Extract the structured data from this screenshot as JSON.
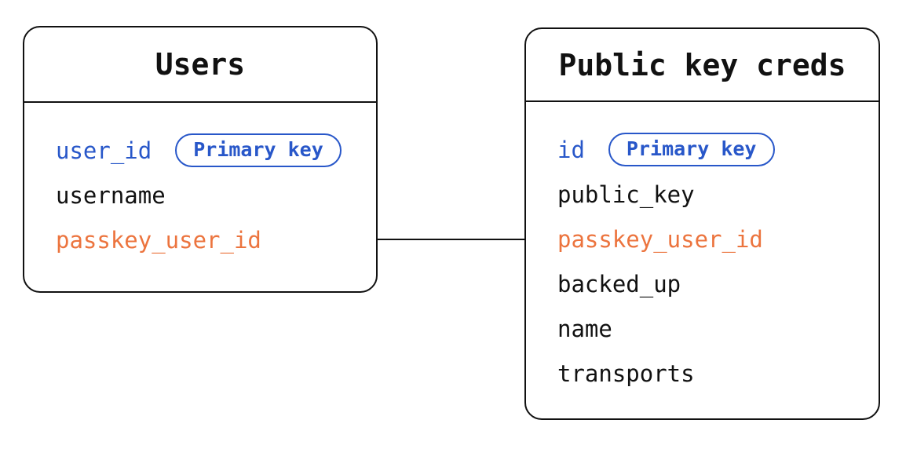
{
  "diagram": {
    "type": "entity-relationship",
    "colors": {
      "primary_blue": "#2857c9",
      "link_orange": "#ec743e",
      "outline": "#111111",
      "background": "#ffffff"
    },
    "tables": [
      {
        "title": "Users",
        "fields": [
          {
            "label": "user_id",
            "color": "blue",
            "badge": "Primary key"
          },
          {
            "label": "username",
            "color": "black"
          },
          {
            "label": "passkey_user_id",
            "color": "orange"
          }
        ]
      },
      {
        "title": "Public key creds",
        "fields": [
          {
            "label": "id",
            "color": "blue",
            "badge": "Primary key"
          },
          {
            "label": "public_key",
            "color": "black"
          },
          {
            "label": "passkey_user_id",
            "color": "orange"
          },
          {
            "label": "backed_up",
            "color": "black"
          },
          {
            "label": "name",
            "color": "black"
          },
          {
            "label": "transports",
            "color": "black"
          }
        ]
      }
    ],
    "connector": {
      "from_table": "Users",
      "from_field": "passkey_user_id",
      "to_table": "Public key creds",
      "to_field": "passkey_user_id"
    }
  }
}
